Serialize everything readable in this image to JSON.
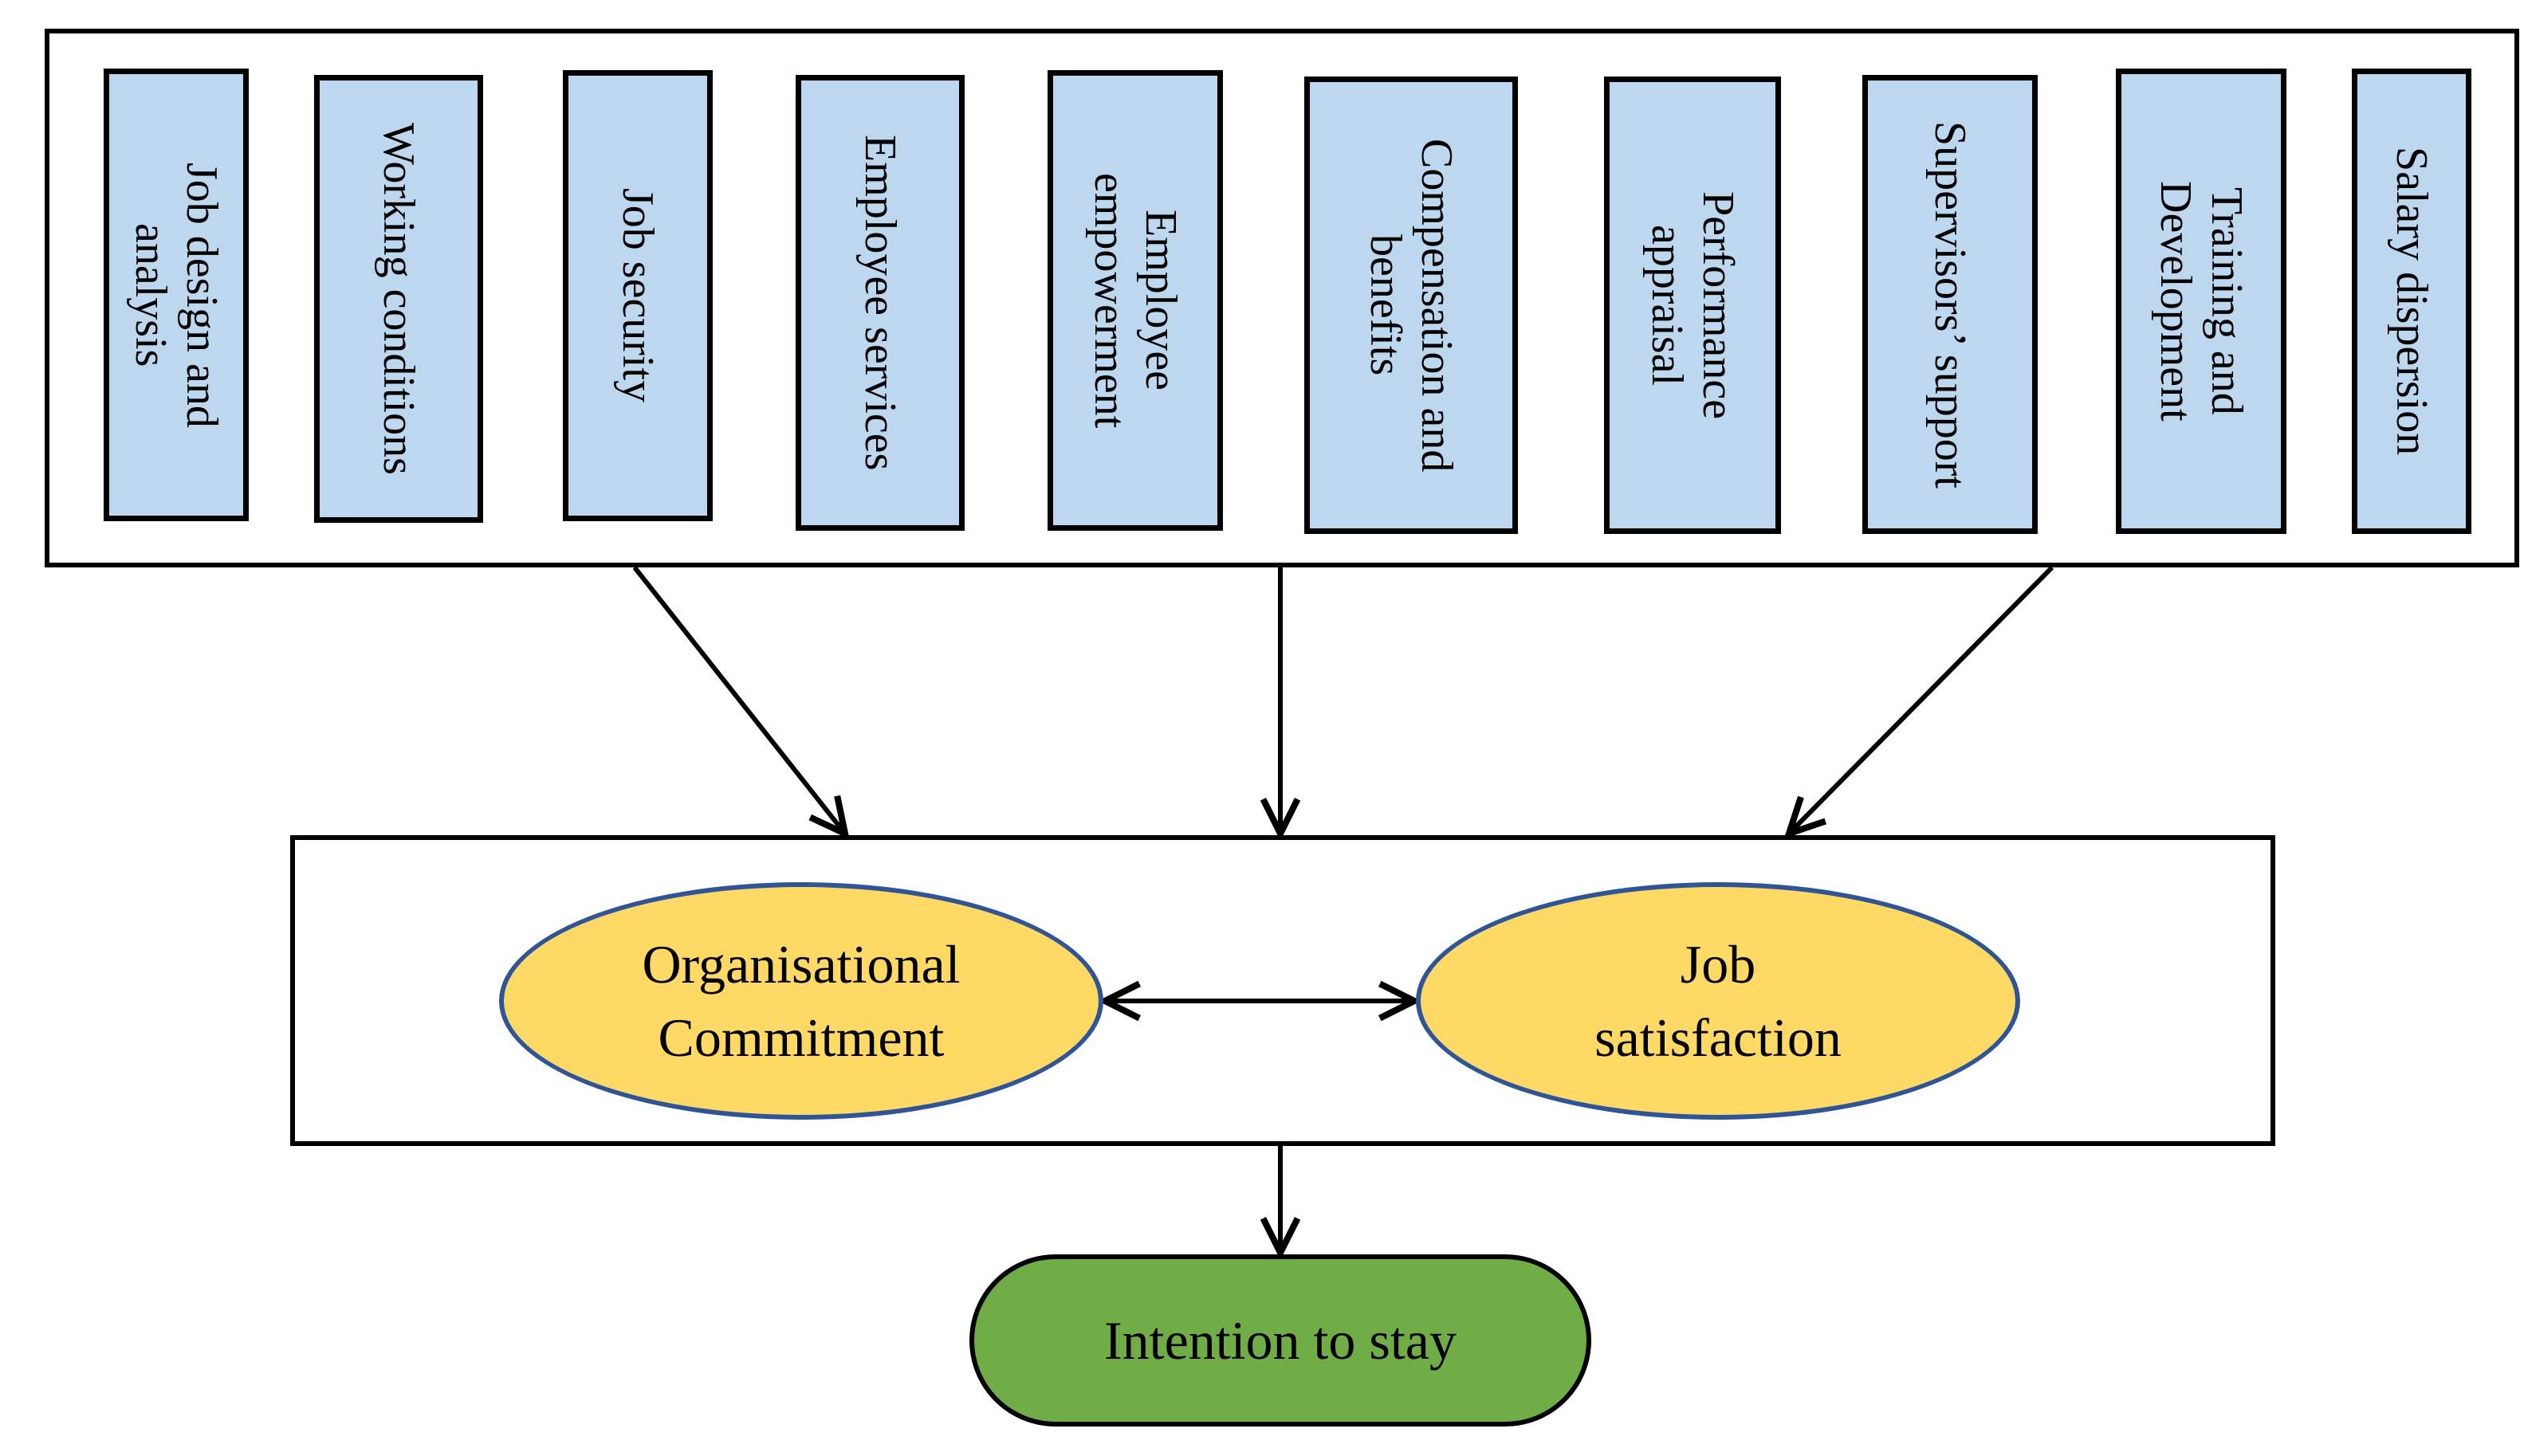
{
  "diagram": {
    "factors": [
      {
        "id": "job-design-and-analysis",
        "label": "Job design and\nanalysis"
      },
      {
        "id": "working-conditions",
        "label": "Working conditions"
      },
      {
        "id": "job-security",
        "label": "Job security"
      },
      {
        "id": "employee-services",
        "label": "Employee services"
      },
      {
        "id": "employee-empowerment",
        "label": "Employee\nempowerment"
      },
      {
        "id": "compensation-and-benefits",
        "label": "Compensation and\nbenefits"
      },
      {
        "id": "performance-appraisal",
        "label": "Performance\nappraisal"
      },
      {
        "id": "supervisors-support",
        "label": "Supervisors’ support"
      },
      {
        "id": "training-and-development",
        "label": "Training and\nDevelopment"
      },
      {
        "id": "salary-dispersion",
        "label": "Salary dispersion"
      }
    ],
    "mediators": {
      "organisational_commitment": "Organisational\nCommitment",
      "job_satisfaction": "Job\nsatisfaction"
    },
    "outcome": "Intention to stay",
    "colors": {
      "factor_fill": "#bdd7ee",
      "ellipse_fill": "#ffd966",
      "ellipse_border": "#2f5597",
      "outcome_fill": "#70ad47",
      "line": "#000000"
    }
  }
}
